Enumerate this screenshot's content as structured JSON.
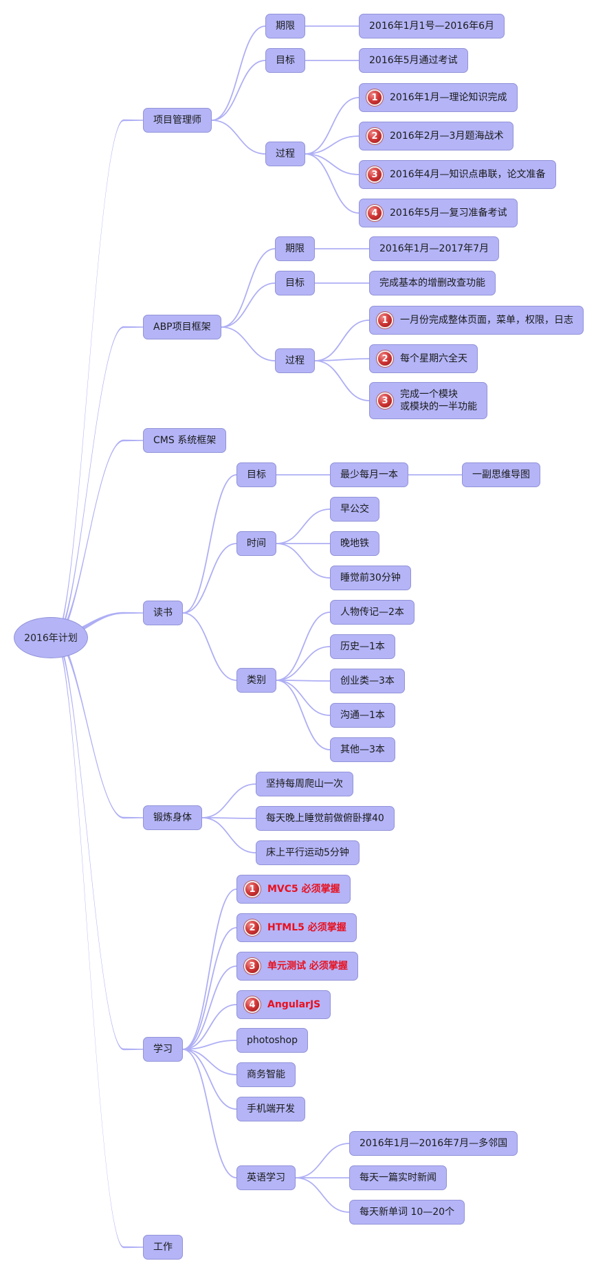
{
  "colors": {
    "node_fill": "#b4b4f7",
    "node_border": "#9292d8",
    "link": "#aeaef5",
    "badge": "#d33a3a",
    "highlight_text": "#e8101e"
  },
  "root": {
    "label": "2016年计划"
  },
  "pm": {
    "label": "项目管理师",
    "period": "期限",
    "period_value": "2016年1月1号—2016年6月",
    "goal": "目标",
    "goal_value": "2016年5月通过考试",
    "process": "过程",
    "steps": [
      {
        "num": "1",
        "text": "2016年1月—理论知识完成"
      },
      {
        "num": "2",
        "text": "2016年2月—3月题海战术"
      },
      {
        "num": "3",
        "text": "2016年4月—知识点串联，论文准备"
      },
      {
        "num": "4",
        "text": "2016年5月—复习准备考试"
      }
    ]
  },
  "abp": {
    "label": "ABP项目框架",
    "period": "期限",
    "period_value": "2016年1月—2017年7月",
    "goal": "目标",
    "goal_value": "完成基本的增删改查功能",
    "process": "过程",
    "steps": [
      {
        "num": "1",
        "text": "一月份完成整体页面，菜单，权限，日志"
      },
      {
        "num": "2",
        "text": "每个星期六全天"
      },
      {
        "num": "3",
        "line1": "完成一个模块",
        "line2": "或模块的一半功能"
      }
    ]
  },
  "cms": {
    "label": "CMS 系统框架"
  },
  "reading": {
    "label": "读书",
    "goal": "目标",
    "goal_value": "最少每月一本",
    "goal_sub": "一副思维导图",
    "time": "时间",
    "time_items": [
      "早公交",
      "晚地铁",
      "睡觉前30分钟"
    ],
    "category": "类别",
    "categories": [
      "人物传记—2本",
      "历史—1本",
      "创业类—3本",
      "沟通—1本",
      "其他—3本"
    ]
  },
  "exercise": {
    "label": "锻炼身体",
    "items": [
      "坚持每周爬山一次",
      "每天晚上睡觉前做俯卧撑40",
      "床上平行运动5分钟"
    ]
  },
  "study": {
    "label": "学习",
    "priority": [
      {
        "num": "1",
        "text": "MVC5 必须掌握"
      },
      {
        "num": "2",
        "text": "HTML5 必须掌握"
      },
      {
        "num": "3",
        "text": "单元测试 必须掌握"
      },
      {
        "num": "4",
        "text": "AngularJS"
      }
    ],
    "items": [
      "photoshop",
      "商务智能",
      "手机端开发"
    ],
    "english": "英语学习",
    "english_items": [
      "2016年1月—2016年7月—多邻国",
      "每天一篇实时新闻",
      "每天新单词 10—20个"
    ]
  },
  "work": {
    "label": "工作"
  }
}
